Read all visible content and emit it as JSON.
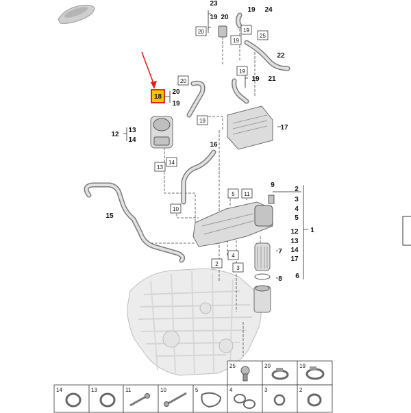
{
  "highlight": {
    "label": "18",
    "fill": "#f5c400",
    "stroke": "#d40000"
  },
  "arrow_color": "#e0201a",
  "labels": [
    {
      "id": "23",
      "text": "23"
    },
    {
      "id": "19a",
      "text": "19"
    },
    {
      "id": "20a",
      "text": "20"
    },
    {
      "id": "19b",
      "text": "19"
    },
    {
      "id": "24",
      "text": "24"
    },
    {
      "id": "22",
      "text": "22"
    },
    {
      "id": "19c",
      "text": "19"
    },
    {
      "id": "21",
      "text": "21"
    },
    {
      "id": "20b",
      "text": "20"
    },
    {
      "id": "19d",
      "text": "19"
    },
    {
      "id": "12a",
      "text": "12"
    },
    {
      "id": "13a",
      "text": "13"
    },
    {
      "id": "14a",
      "text": "14"
    },
    {
      "id": "16",
      "text": "16"
    },
    {
      "id": "17a",
      "text": "17"
    },
    {
      "id": "9",
      "text": "9"
    },
    {
      "id": "15",
      "text": "15"
    },
    {
      "id": "r2",
      "text": "2"
    },
    {
      "id": "r3",
      "text": "3"
    },
    {
      "id": "r4",
      "text": "4"
    },
    {
      "id": "r5",
      "text": "5"
    },
    {
      "id": "r12",
      "text": "12"
    },
    {
      "id": "r13",
      "text": "13"
    },
    {
      "id": "r14",
      "text": "14"
    },
    {
      "id": "r17",
      "text": "17"
    },
    {
      "id": "r1",
      "text": "1"
    },
    {
      "id": "r7",
      "text": "7"
    },
    {
      "id": "r8",
      "text": "8"
    },
    {
      "id": "r6",
      "text": "6"
    }
  ],
  "boxed_labels": [
    {
      "id": "b19",
      "text": "19"
    },
    {
      "id": "b20",
      "text": "20"
    },
    {
      "id": "b19_2",
      "text": "19"
    },
    {
      "id": "b25",
      "text": "25"
    },
    {
      "id": "b19_3",
      "text": "19"
    },
    {
      "id": "b20_2",
      "text": "20"
    },
    {
      "id": "b19_4",
      "text": "19"
    },
    {
      "id": "b13",
      "text": "13"
    },
    {
      "id": "b14",
      "text": "14"
    },
    {
      "id": "b10",
      "text": "10"
    },
    {
      "id": "b5",
      "text": "5"
    },
    {
      "id": "b11",
      "text": "11"
    },
    {
      "id": "b4",
      "text": "4"
    },
    {
      "id": "b2",
      "text": "2"
    },
    {
      "id": "b3",
      "text": "3"
    }
  ],
  "parts_table_top": [
    "25",
    "20",
    "19"
  ],
  "parts_table_bottom": [
    "14",
    "13",
    "11",
    "10",
    "5",
    "4",
    "3",
    "2"
  ]
}
